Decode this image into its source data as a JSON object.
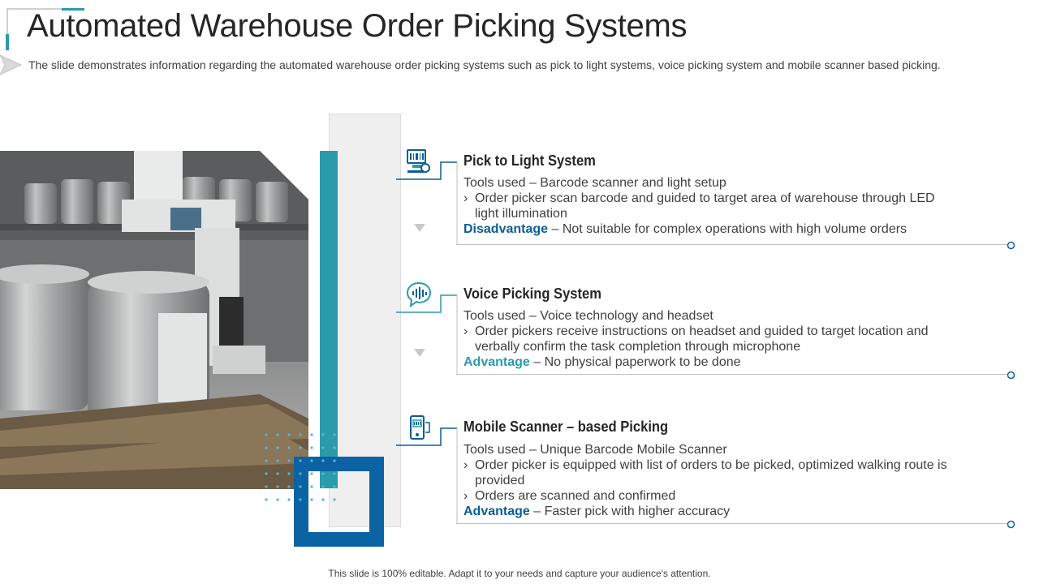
{
  "header": {
    "title": "Automated Warehouse Order Picking Systems",
    "subtitle": "The slide demonstrates information regarding the automated warehouse order picking systems such as pick to light systems, voice picking system and mobile scanner based picking."
  },
  "colors": {
    "teal": "#2a9bab",
    "blue": "#0b63a3",
    "dark_blue_text": "#0b5d95"
  },
  "items": [
    {
      "icon": "barcode-scanner-icon",
      "title": "Pick to Light System",
      "tools": "Tools used – Barcode scanner and light setup",
      "bullets": [
        [
          "›",
          "Order picker scan barcode and guided to target area of warehouse through  LED",
          "light illumination"
        ]
      ],
      "note_label": "Disadvantage",
      "note_text": " – Not suitable for complex operations with high volume  orders"
    },
    {
      "icon": "voice-chat-icon",
      "title": "Voice Picking System",
      "tools": "Tools used – Voice technology  and headset",
      "bullets": [
        [
          "›",
          "Order pickers receive instructions  on headset and guided to target location and",
          "verbally  confirm  the task completion through  microphone"
        ]
      ],
      "note_label": "Advantage",
      "note_text": " – No physical paperwork to be done"
    },
    {
      "icon": "mobile-scanner-icon",
      "title": "Mobile Scanner – based Picking",
      "tools": "Tools used – Unique Barcode Mobile Scanner",
      "bullets": [
        [
          "›",
          "Order picker is equipped with list of orders to be picked, optimized walking route is",
          "provided"
        ],
        [
          "›",
          "Orders are scanned and confirmed",
          ""
        ]
      ],
      "note_label": "Advantage",
      "note_text": " – Faster pick with higher accuracy"
    }
  ],
  "footer": "This slide is 100% editable. Adapt it to your needs and capture your audience's attention."
}
